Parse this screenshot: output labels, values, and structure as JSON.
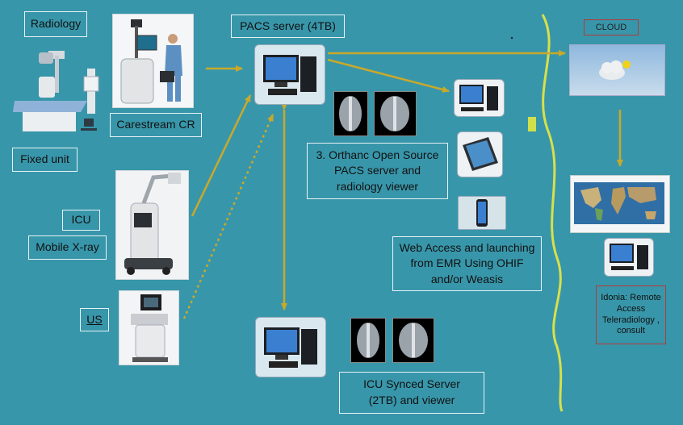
{
  "labels": {
    "radiology": "Radiology",
    "fixed_unit": "Fixed unit",
    "carestream": "Carestream CR",
    "pacs_server": "PACS server (4TB)",
    "icu": "ICU",
    "mobile_xray": "Mobile X-ray",
    "us": "US",
    "orthanc": "3. Orthanc Open Source PACS server and radiology viewer",
    "web_access": "Web Access and launching from EMR Using OHIF and/or Weasis",
    "icu_synced": "ICU Synced Server (2TB) and viewer",
    "cloud": "CLOUD",
    "idonia": "Idonia: Remote Access Teleradiology , consult"
  },
  "colors": {
    "background": "#3896aa",
    "arrow": "#c9a92a",
    "border_line": "#d8e04a",
    "cloud_border": "#b33a3a"
  }
}
